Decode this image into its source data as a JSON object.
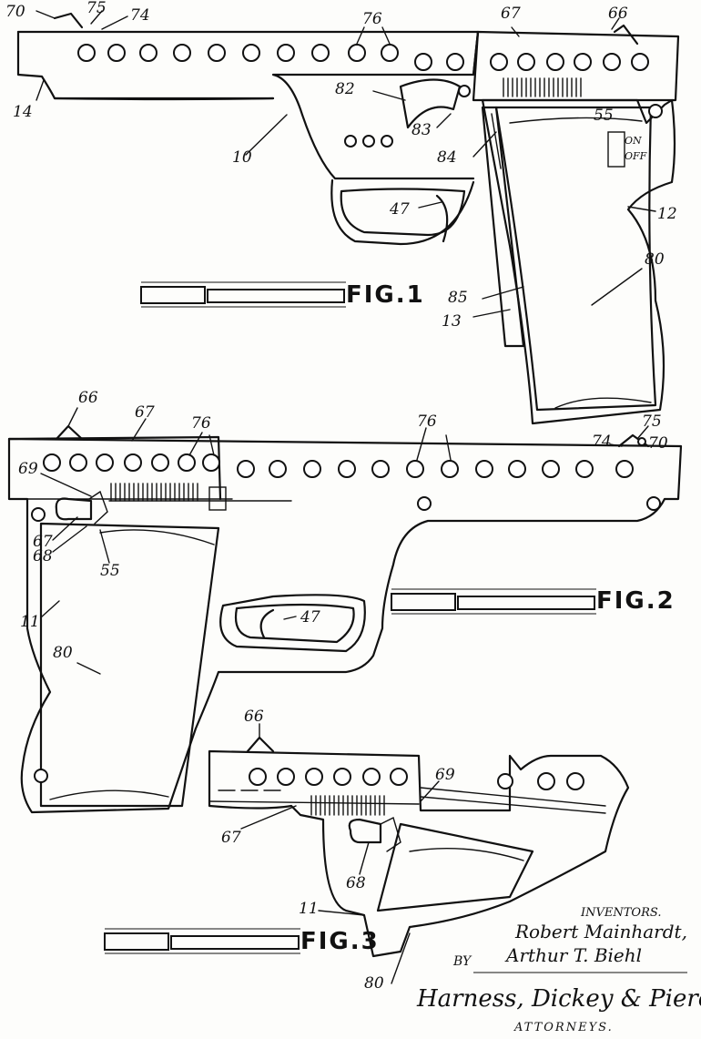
{
  "figures": [
    {
      "caption": "FIG.1"
    },
    {
      "caption": "FIG.2"
    },
    {
      "caption": "FIG.3"
    }
  ],
  "fig1_labels": {
    "l70": "70",
    "l75": "75",
    "l74": "74",
    "l14": "14",
    "l10": "10",
    "l76": "76",
    "l67": "67",
    "l66": "66",
    "l82": "82",
    "l83": "83",
    "l84": "84",
    "l55": "55",
    "l47": "47",
    "l12": "12",
    "l80": "80",
    "l85": "85",
    "l13": "13",
    "on": "ON",
    "off": "OFF"
  },
  "fig2_labels": {
    "l66": "66",
    "l67": "67",
    "l76a": "76",
    "l76b": "76",
    "l69": "69",
    "l67b": "67",
    "l68": "68",
    "l55": "55",
    "l74": "74",
    "l75": "75",
    "l70": "70",
    "l47": "47",
    "l11": "11",
    "l80": "80"
  },
  "fig3_labels": {
    "l66": "66",
    "l69": "69",
    "l67": "67",
    "l68": "68",
    "l11": "11",
    "l80": "80"
  },
  "signature": {
    "inventors_heading": "INVENTORS.",
    "inventor1": "Robert Mainhardt,",
    "inventor2": "Arthur T. Biehl",
    "by": "BY",
    "firm": "Harness, Dickey & Pierce",
    "attorneys": "ATTORNEYS."
  }
}
